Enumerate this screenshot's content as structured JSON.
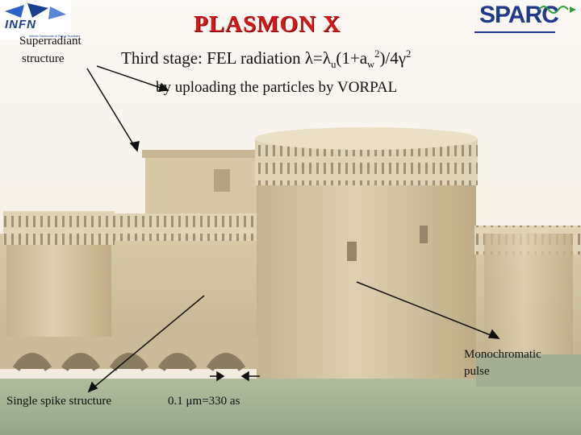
{
  "header": {
    "title": "PLASMON X",
    "left_logo_text": "INFN",
    "left_logo_subtext": "Istituto Nazionale di Fisica Nucleare",
    "right_logo_text": "SPARC"
  },
  "labels": {
    "superradiant": "Superradiant",
    "structure": "structure",
    "stage_prefix": "Third stage: FEL radiation ",
    "formula_lambda": "λ",
    "formula_eq": "=",
    "formula_lambda2": "λ",
    "formula_sub_u": "u",
    "formula_paren": "(1+a",
    "formula_sub_w": "w",
    "formula_sup_2a": "2",
    "formula_tail": ")/4",
    "formula_gamma": "γ",
    "formula_sup_2b": "2",
    "uploading": "by uploading the particles by VORPAL",
    "monochromatic": "Monochromatic",
    "pulse": "pulse",
    "single_spike": "Single spike structure",
    "scale": "0.1 μm=330 as"
  },
  "colors": {
    "title_red": "#d21818",
    "infn_blue": "#1d3f8f",
    "sparc_blue": "#1f3a8a",
    "sparc_green": "#2e9d3c",
    "stone": "#c9b98d"
  }
}
